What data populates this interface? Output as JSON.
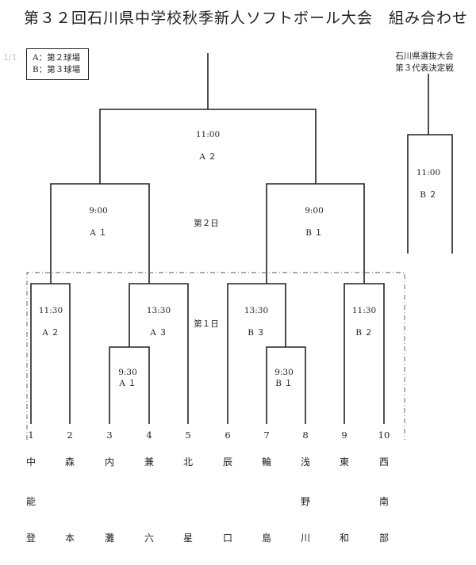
{
  "title": "第３２回石川県中学校秋季新人ソフトボール大会　組み合わせ",
  "page_marker": "1/1",
  "legend": [
    "A：第２球場",
    "B：第３球場"
  ],
  "qualifier": {
    "caption": [
      "石川県選抜大会",
      "第３代表決定戦"
    ],
    "time": "11:00",
    "court": "B ２"
  },
  "day_labels": {
    "day2": "第２日",
    "day1": "第１日"
  },
  "matches": {
    "final": {
      "time": "11:00",
      "court": "A ２"
    },
    "semi_left": {
      "time": "9:00",
      "court": "A １"
    },
    "semi_right": {
      "time": "9:00",
      "court": "B １"
    },
    "q1": {
      "time": "11:30",
      "court": "A ２"
    },
    "q2": {
      "time": "13:30",
      "court": "A ３"
    },
    "q3": {
      "time": "13:30",
      "court": "B ３"
    },
    "q4": {
      "time": "11:30",
      "court": "B ２"
    },
    "r1_left": {
      "time": "9:30",
      "court": "A １"
    },
    "r1_right": {
      "time": "9:30",
      "court": "B １"
    }
  },
  "teams": [
    {
      "number": "1",
      "chars": [
        "中",
        "能",
        "登"
      ]
    },
    {
      "number": "2",
      "chars": [
        "森",
        "",
        "本"
      ]
    },
    {
      "number": "3",
      "chars": [
        "内",
        "",
        "灘"
      ]
    },
    {
      "number": "4",
      "chars": [
        "兼",
        "",
        "六"
      ]
    },
    {
      "number": "5",
      "chars": [
        "北",
        "",
        "星"
      ]
    },
    {
      "number": "6",
      "chars": [
        "辰",
        "",
        "口"
      ]
    },
    {
      "number": "7",
      "chars": [
        "輪",
        "",
        "島"
      ]
    },
    {
      "number": "8",
      "chars": [
        "浅",
        "野",
        "川"
      ]
    },
    {
      "number": "9",
      "chars": [
        "東",
        "",
        "和"
      ]
    },
    {
      "number": "10",
      "chars": [
        "西",
        "南",
        "部"
      ]
    }
  ]
}
